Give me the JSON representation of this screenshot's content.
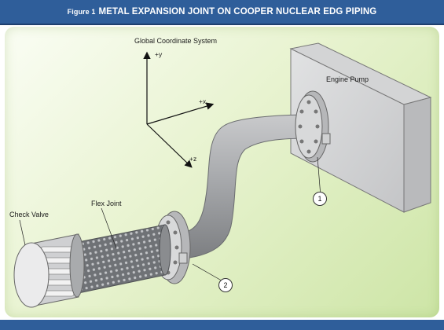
{
  "figure": {
    "number_label": "Figure 1",
    "title": "METAL EXPANSION JOINT ON COOPER NUCLEAR EDG PIPING"
  },
  "coordinate_system": {
    "label": "Global Coordinate System",
    "axis_y": "+y",
    "axis_x": "+x",
    "axis_z": "+z"
  },
  "components": {
    "engine_pump": "Engine Pump",
    "check_valve": "Check Valve",
    "flex_joint": "Flex Joint"
  },
  "callouts": [
    "1",
    "2"
  ],
  "colors": {
    "title_bar": "#2f5e9a",
    "panel_light": "#fafdf4",
    "panel_green": "#cde5a6",
    "pipe": "#a7a9ab",
    "flange": "#c8c9cb"
  }
}
